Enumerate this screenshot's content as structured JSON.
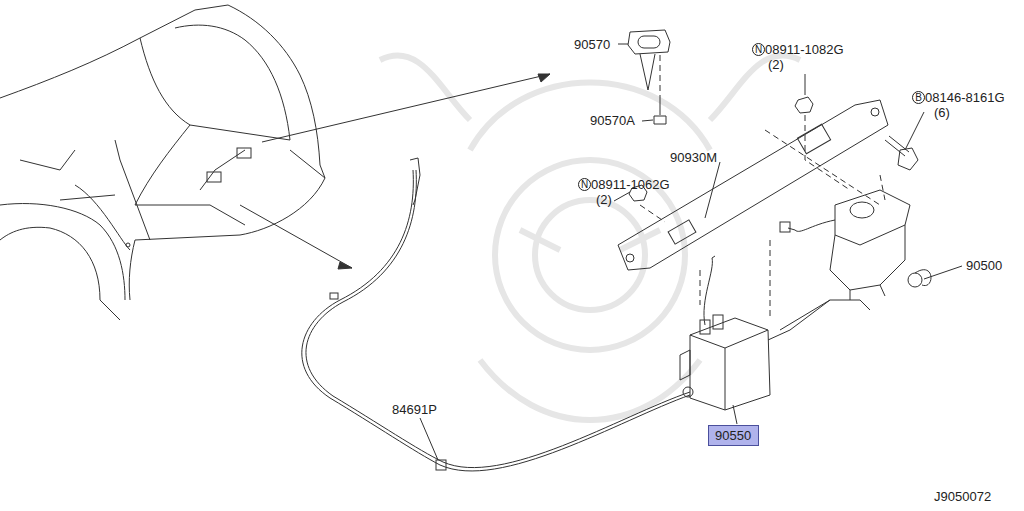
{
  "diagram": {
    "nodes": [
      {
        "text": [
          "90550"
        ]
      }
    ],
    "labels": [
      "90570",
      "90570A",
      "N",
      "08911-1082G",
      "(2)",
      "B",
      "08146-8161G",
      "(6)",
      "90930M",
      "N",
      "08911-1062G",
      "(2)",
      "90500",
      "84691P",
      "J9050072"
    ]
  }
}
